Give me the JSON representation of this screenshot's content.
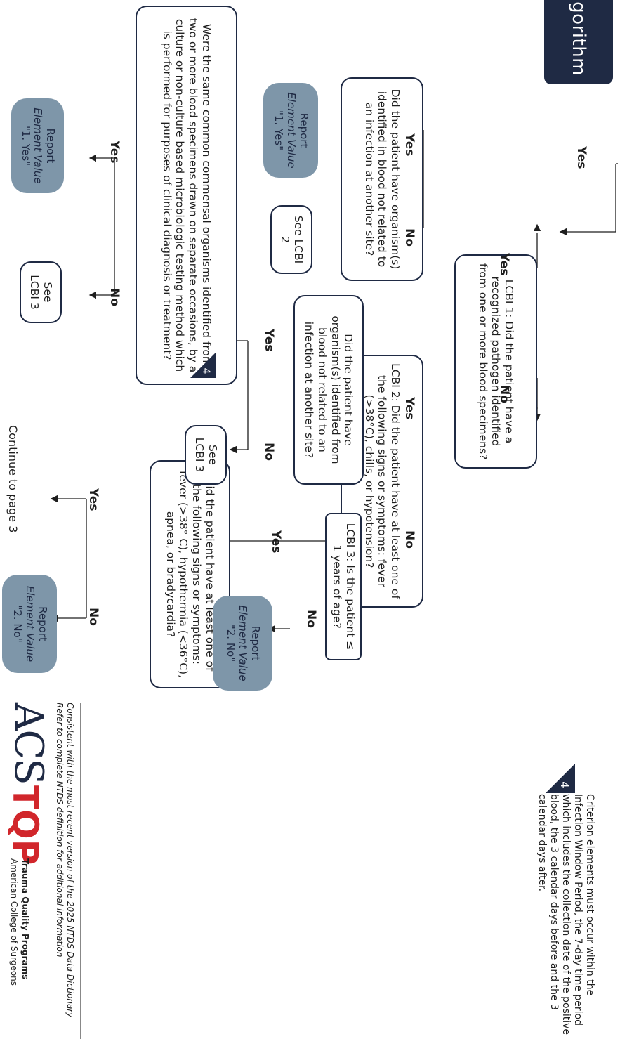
{
  "title": "gorithm",
  "nodes": {
    "lcbi1": "LCBI 1: Did the patient have a recognized pathogen identified from one or more blood specimens?",
    "lcbi1_related": "Did the patient have organism(s) identified in blood not related to an infection at another site?",
    "lcbi2": "LCBI 2: Did the patient have at least one of the following signs or symptoms: fever (>38°C), chills, or hypotension?",
    "lcbi2_related": "Did the patient have organism(s) identified from blood not related to an infection at another site?",
    "commensal": "Were the same common commensal organisms identified from two or more blood specimens drawn on separate occasions, by a culture or non-culture based microbiologic testing method which is performed for purposes of clinical diagnosis or treatment?",
    "lcbi3": "LCBI 3: Is the patient ≤ 1 years of age?",
    "infant_signs": "Did the patient have at least one of the following signs or symptoms: fever (>38° C), hypothermia (<36°C), apnea, or bradycardia?",
    "see_lcbi2": "See LCBI 2",
    "see_lcbi3_a": "See LCBI 3",
    "see_lcbi3_b": "See LCBI 3",
    "continue": "Continue to page 3"
  },
  "reports": {
    "yes_line1": "Report",
    "yes_line2": "Element Value",
    "yes_line3": "\"1. Yes\"",
    "no_line1": "Report",
    "no_line2": "Element Value",
    "no_line3": "\"2. No\""
  },
  "labels": {
    "yes": "Yes",
    "no": "No"
  },
  "badge_number": "4",
  "criterion_note": "Criterion elements must occur within the Infection Window Period, the 7-day time period which includes the collection date of the positive blood, the 3 calendar days before and the 3 calendar days after.",
  "footer": {
    "line1": "Consistent with the most recent version of the 2025 NTDS Data Dictionary",
    "line2": "Refer to complete NTDS definition for additional information"
  },
  "brand": {
    "logo_left": "ACS",
    "logo_right": "TQP",
    "program": "Trauma Quality Programs",
    "org": "American College of Surgeons"
  },
  "colors": {
    "navy": "#1f2a44",
    "report_fill": "#7e96a9",
    "logo_red": "#d1262b"
  }
}
